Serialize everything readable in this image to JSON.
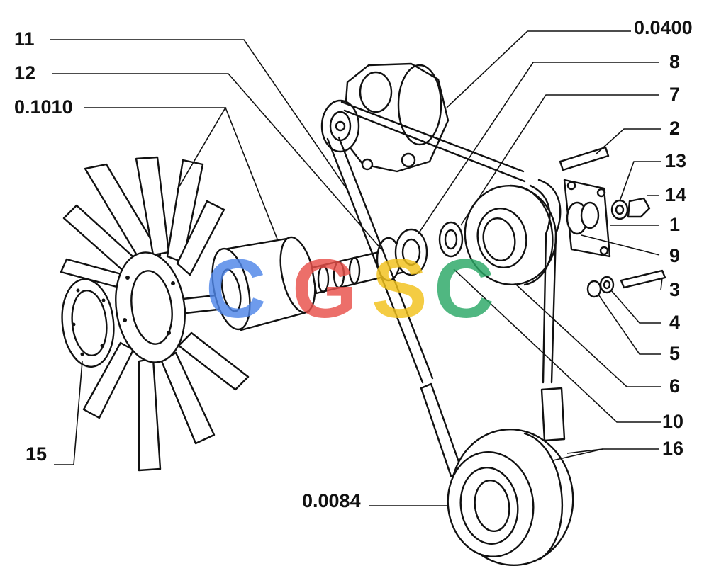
{
  "labels": {
    "l11": "11",
    "l12": "12",
    "l01010": "0.1010",
    "l00400": "0.0400",
    "l8": "8",
    "l7": "7",
    "l2": "2",
    "l13": "13",
    "l14": "14",
    "l1": "1",
    "l9": "9",
    "l3": "3",
    "l4": "4",
    "l5": "5",
    "l6": "6",
    "l10": "10",
    "l15": "15",
    "l16": "16",
    "l00084": "0.0084"
  },
  "watermark": {
    "letters": [
      "C",
      "G",
      "S",
      "C"
    ],
    "colors": [
      "#4f86e8",
      "#e8504a",
      "#f2c21b",
      "#2aa866"
    ]
  }
}
